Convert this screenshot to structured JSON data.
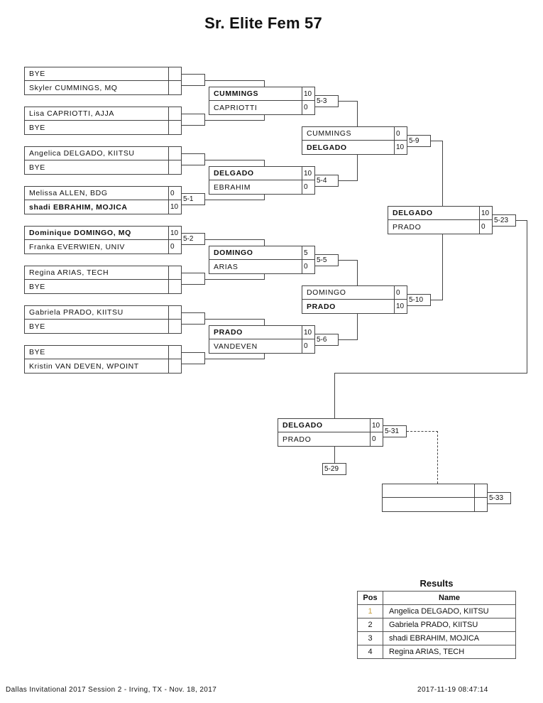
{
  "title": "Sr. Elite Fem 57",
  "round1": [
    {
      "top": {
        "name": "BYE",
        "score": "",
        "win": false
      },
      "bottom": {
        "name": "Skyler CUMMINGS, MQ",
        "score": "",
        "win": false
      },
      "label": ""
    },
    {
      "top": {
        "name": "Lisa CAPRIOTTI, AJJA",
        "score": "",
        "win": false
      },
      "bottom": {
        "name": "BYE",
        "score": "",
        "win": false
      },
      "label": ""
    },
    {
      "top": {
        "name": "Angelica DELGADO, KIITSU",
        "score": "",
        "win": false
      },
      "bottom": {
        "name": "BYE",
        "score": "",
        "win": false
      },
      "label": ""
    },
    {
      "top": {
        "name": "Melissa ALLEN, BDG",
        "score": "0",
        "win": false
      },
      "bottom": {
        "name": "shadi EBRAHIM, MOJICA",
        "score": "10",
        "win": true
      },
      "label": "5-1"
    },
    {
      "top": {
        "name": "Dominique DOMINGO, MQ",
        "score": "10",
        "win": true
      },
      "bottom": {
        "name": "Franka EVERWIEN, UNIV",
        "score": "0",
        "win": false
      },
      "label": "5-2"
    },
    {
      "top": {
        "name": "Regina ARIAS, TECH",
        "score": "",
        "win": false
      },
      "bottom": {
        "name": "BYE",
        "score": "",
        "win": false
      },
      "label": ""
    },
    {
      "top": {
        "name": "Gabriela PRADO, KIITSU",
        "score": "",
        "win": false
      },
      "bottom": {
        "name": "BYE",
        "score": "",
        "win": false
      },
      "label": ""
    },
    {
      "top": {
        "name": "BYE",
        "score": "",
        "win": false
      },
      "bottom": {
        "name": "Kristin VAN DEVEN, WPOINT",
        "score": "",
        "win": false
      },
      "label": ""
    }
  ],
  "round2": [
    {
      "top": {
        "name": "CUMMINGS",
        "score": "10",
        "win": true
      },
      "bottom": {
        "name": "CAPRIOTTI",
        "score": "0",
        "win": false
      },
      "label": "5-3"
    },
    {
      "top": {
        "name": "DELGADO",
        "score": "10",
        "win": true
      },
      "bottom": {
        "name": "EBRAHIM",
        "score": "0",
        "win": false
      },
      "label": "5-4"
    },
    {
      "top": {
        "name": "DOMINGO",
        "score": "5",
        "win": true
      },
      "bottom": {
        "name": "ARIAS",
        "score": "0",
        "win": false
      },
      "label": "5-5"
    },
    {
      "top": {
        "name": "PRADO",
        "score": "10",
        "win": true
      },
      "bottom": {
        "name": "VANDEVEN",
        "score": "0",
        "win": false
      },
      "label": "5-6"
    }
  ],
  "round3": [
    {
      "top": {
        "name": "CUMMINGS",
        "score": "0",
        "win": false
      },
      "bottom": {
        "name": "DELGADO",
        "score": "10",
        "win": true
      },
      "label": "5-9"
    },
    {
      "top": {
        "name": "DOMINGO",
        "score": "0",
        "win": false
      },
      "bottom": {
        "name": "PRADO",
        "score": "10",
        "win": true
      },
      "label": "5-10"
    }
  ],
  "semifinal": {
    "top": {
      "name": "DELGADO",
      "score": "10",
      "win": true
    },
    "bottom": {
      "name": "PRADO",
      "score": "0",
      "win": false
    },
    "label": "5-23"
  },
  "final": {
    "top": {
      "name": "DELGADO",
      "score": "10",
      "win": true
    },
    "bottom": {
      "name": "PRADO",
      "score": "0",
      "win": false
    },
    "label": "5-31",
    "loser_label": "5-29"
  },
  "extra": {
    "top": {
      "name": "",
      "score": "",
      "win": false
    },
    "bottom": {
      "name": "",
      "score": "",
      "win": false
    },
    "label": "5-33"
  },
  "results": {
    "title": "Results",
    "headers": {
      "pos": "Pos",
      "name": "Name"
    },
    "rows": [
      {
        "pos": "1",
        "name": "Angelica DELGADO, KIITSU"
      },
      {
        "pos": "2",
        "name": "Gabriela PRADO, KIITSU"
      },
      {
        "pos": "3",
        "name": "shadi EBRAHIM, MOJICA"
      },
      {
        "pos": "4",
        "name": "Regina ARIAS, TECH"
      }
    ]
  },
  "footer": {
    "event": "Dallas Invitational 2017 Session 2 - Irving, TX - Nov. 18, 2017",
    "timestamp": "2017-11-19 08:47:14"
  }
}
